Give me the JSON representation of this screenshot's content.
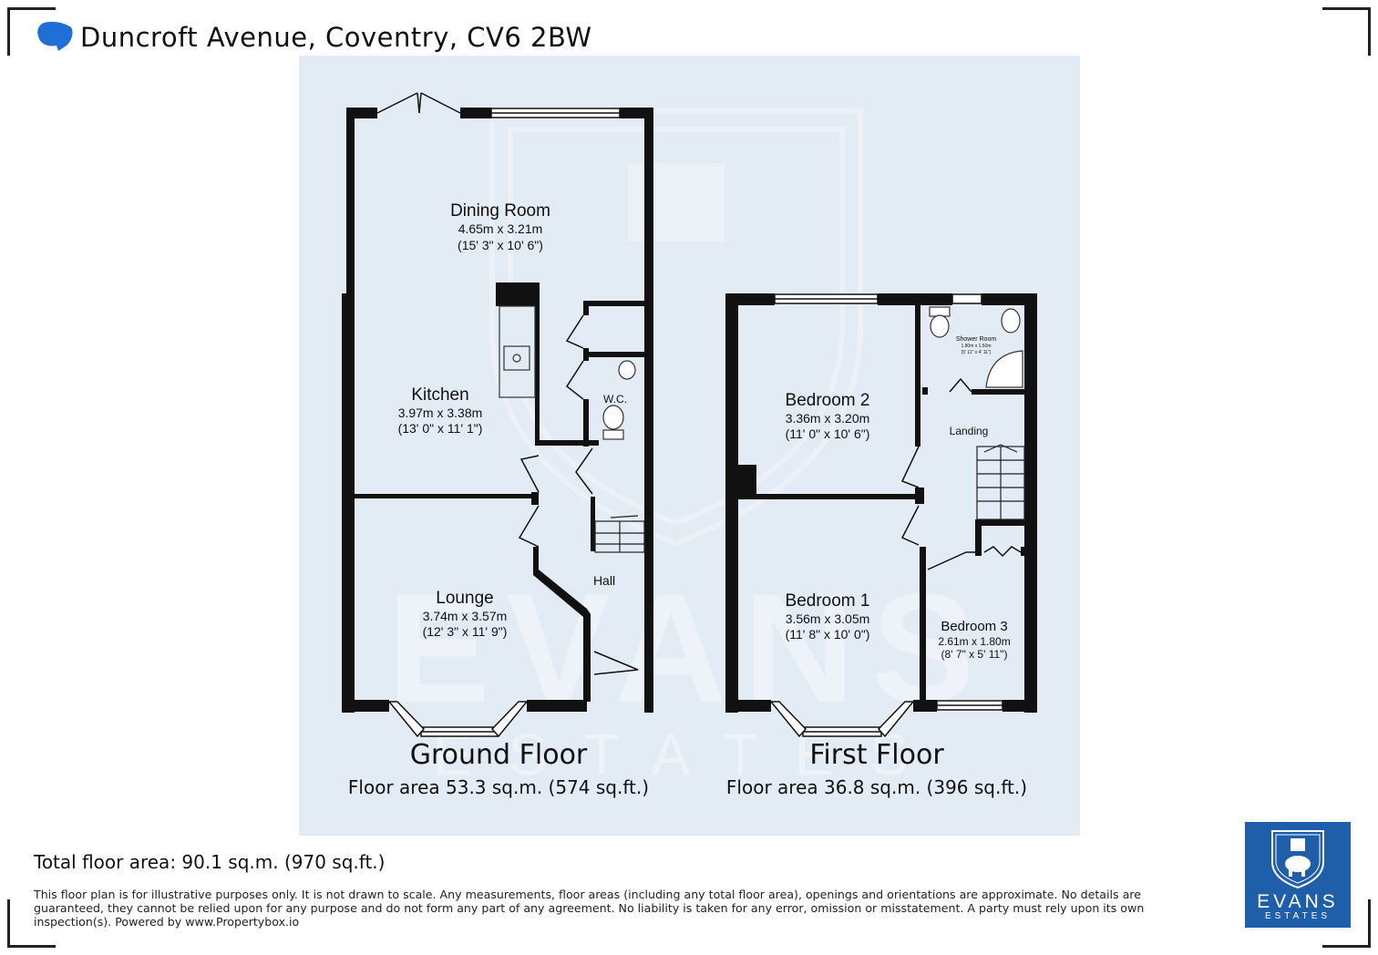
{
  "header": {
    "title": "Duncroft Avenue, Coventry, CV6 2BW"
  },
  "ground_floor": {
    "label": "Ground Floor",
    "area": "Floor area 53.3 sq.m. (574 sq.ft.)",
    "rooms": {
      "dining": {
        "name": "Dining Room",
        "metric": "4.65m x 3.21m",
        "imperial": "(15' 3\" x 10' 6\")"
      },
      "kitchen": {
        "name": "Kitchen",
        "metric": "3.97m x 3.38m",
        "imperial": "(13' 0\" x 11' 1\")"
      },
      "wc": {
        "name": "W.C."
      },
      "lounge": {
        "name": "Lounge",
        "metric": "3.74m x 3.57m",
        "imperial": "(12' 3\" x 11' 9\")"
      },
      "hall": {
        "name": "Hall"
      }
    }
  },
  "first_floor": {
    "label": "First Floor",
    "area": "Floor area 36.8 sq.m. (396 sq.ft.)",
    "rooms": {
      "bedroom2": {
        "name": "Bedroom 2",
        "metric": "3.36m x 3.20m",
        "imperial": "(11' 0\" x 10' 6\")"
      },
      "shower": {
        "name": "Shower Room",
        "metric": "1.80m x 1.50m",
        "imperial": "(5' 11\" x 4' 11\")"
      },
      "landing": {
        "name": "Landing"
      },
      "bedroom1": {
        "name": "Bedroom 1",
        "metric": "3.56m x 3.05m",
        "imperial": "(11' 8\" x 10' 0\")"
      },
      "bedroom3": {
        "name": "Bedroom 3",
        "metric": "2.61m x 1.80m",
        "imperial": "(8' 7\" x 5' 11\")"
      }
    }
  },
  "footer": {
    "total": "Total floor area: 90.1 sq.m. (970 sq.ft.)",
    "disclaimer": "This floor plan is for illustrative purposes only. It is not drawn to scale. Any measurements, floor areas (including any total floor area), openings and orientations are approximate. No details are guaranteed, they cannot be relied upon for any purpose and do not form any part of any agreement. No liability is taken for any error, omission or misstatement. A party must rely upon its own inspection(s). Powered by www.Propertybox.io"
  },
  "watermark": {
    "name": "EVANS",
    "sub": "ESTATES"
  },
  "logo": {
    "name": "EVANS",
    "sub": "ESTATES"
  },
  "colors": {
    "wall": "#111111",
    "panel": "#e3ebf4",
    "brand": "#1f5ea8",
    "pin": "#1f6fd6"
  }
}
